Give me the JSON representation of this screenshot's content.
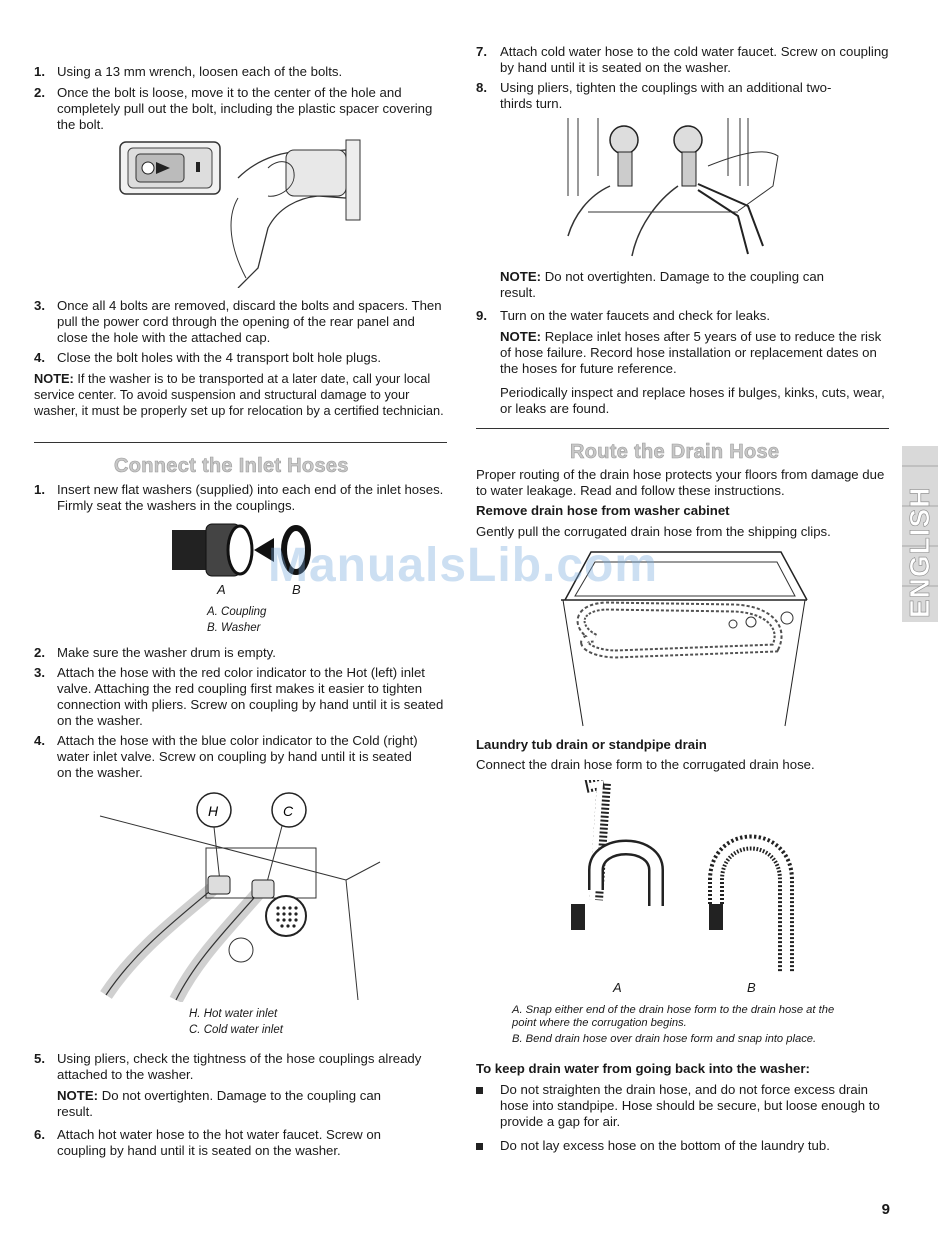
{
  "left": {
    "steps1": [
      {
        "num": "1.",
        "text": "Using a 13 mm wrench, loosen each of the bolts."
      },
      {
        "num": "2.",
        "text": "Once the bolt is loose, move it to the center of the hole and completely pull out the bolt, including the plastic spacer covering the bolt."
      },
      {
        "num": "3.",
        "text": "Once all 4 bolts are removed, discard the bolts and spacers. Then pull the power cord through the opening of the rear panel and close the hole with the attached cap."
      },
      {
        "num": "4.",
        "text": "Close the bolt holes with the 4 transport bolt hole plugs."
      }
    ],
    "note1_label": "NOTE:",
    "note1_text": " If the washer is to be transported at a later date, call your local service center. To avoid suspension and structural damage to your washer, it must be properly set up for relocation by a certified technician.",
    "section_title": "Connect the Inlet Hoses",
    "steps2": [
      {
        "num": "1.",
        "text": "Insert new flat washers (supplied) into each end of the inlet hoses. Firmly seat the washers in the couplings."
      }
    ],
    "fig_coupling": {
      "label_a": "A",
      "label_b": "B",
      "caption_a": "A. Coupling",
      "caption_b": "B. Washer"
    },
    "steps3": [
      {
        "num": "2.",
        "text": "Make sure the washer drum is empty."
      },
      {
        "num": "3.",
        "text": "Attach the hose with the red color indicator to the Hot (left) inlet valve. Attaching the red coupling first makes it easier to tighten connection with pliers. Screw on coupling by hand until it is seated on the washer."
      },
      {
        "num": "4.",
        "text": "Attach the hose with the blue color indicator to the Cold (right) water inlet valve. Screw on coupling by hand until it is seated on the washer."
      }
    ],
    "fig_inlet": {
      "label_h": "H",
      "label_c": "C",
      "caption_h": "H. Hot water inlet",
      "caption_c": "C. Cold water inlet"
    },
    "steps4": [
      {
        "num": "5.",
        "text": "Using pliers, check the tightness of the hose couplings already attached to the washer."
      }
    ],
    "note2_label": "NOTE:",
    "note2_text": " Do not overtighten. Damage to the coupling can result.",
    "steps5": [
      {
        "num": "6.",
        "text": "Attach hot water hose to the hot water faucet. Screw on coupling by hand until it is seated on the washer."
      }
    ]
  },
  "right": {
    "steps1": [
      {
        "num": "7.",
        "text": "Attach cold water hose to the cold water faucet. Screw on coupling by hand until it is seated on the washer."
      },
      {
        "num": "8.",
        "text": "Using pliers, tighten the couplings with an additional two-thirds turn."
      }
    ],
    "note3_label": "NOTE:",
    "note3_text": " Do not overtighten. Damage to the coupling can result.",
    "steps2": [
      {
        "num": "9.",
        "text": "Turn on the water faucets and check for leaks."
      }
    ],
    "note4_label": "NOTE:",
    "note4_text": " Replace inlet hoses after 5 years of use to reduce the risk of hose failure. Record hose installation or replacement dates on the hoses for future reference.",
    "periodic_text": "Periodically inspect and replace hoses if bulges, kinks, cuts, wear, or leaks are found.",
    "section_title": "Route the Drain Hose",
    "intro_text": "Proper routing of the drain hose protects your floors from damage due to water leakage. Read and follow these instructions.",
    "subhead1": "Remove drain hose from washer cabinet",
    "sub1_text": "Gently pull the corrugated drain hose from the shipping clips.",
    "subhead2": "Laundry tub drain or standpipe drain",
    "sub2_text": "Connect the drain hose form to the corrugated drain hose.",
    "fig_drain": {
      "label_a": "A",
      "label_b": "B",
      "caption_a": "A. Snap either end of the drain hose form to the drain hose at the point where the corrugation begins.",
      "caption_b": "B. Bend drain hose over drain hose form and snap into place."
    },
    "subhead3": "To keep drain water from going back into the washer:",
    "bullets": [
      "Do not straighten the drain hose, and do not force excess drain hose into standpipe. Hose should be secure, but loose enough to provide a gap for air.",
      "Do not lay excess hose on the bottom of the laundry tub."
    ]
  },
  "side_tab": "ENGLISH",
  "watermark": "ManualsLib.com",
  "page_number": "9"
}
